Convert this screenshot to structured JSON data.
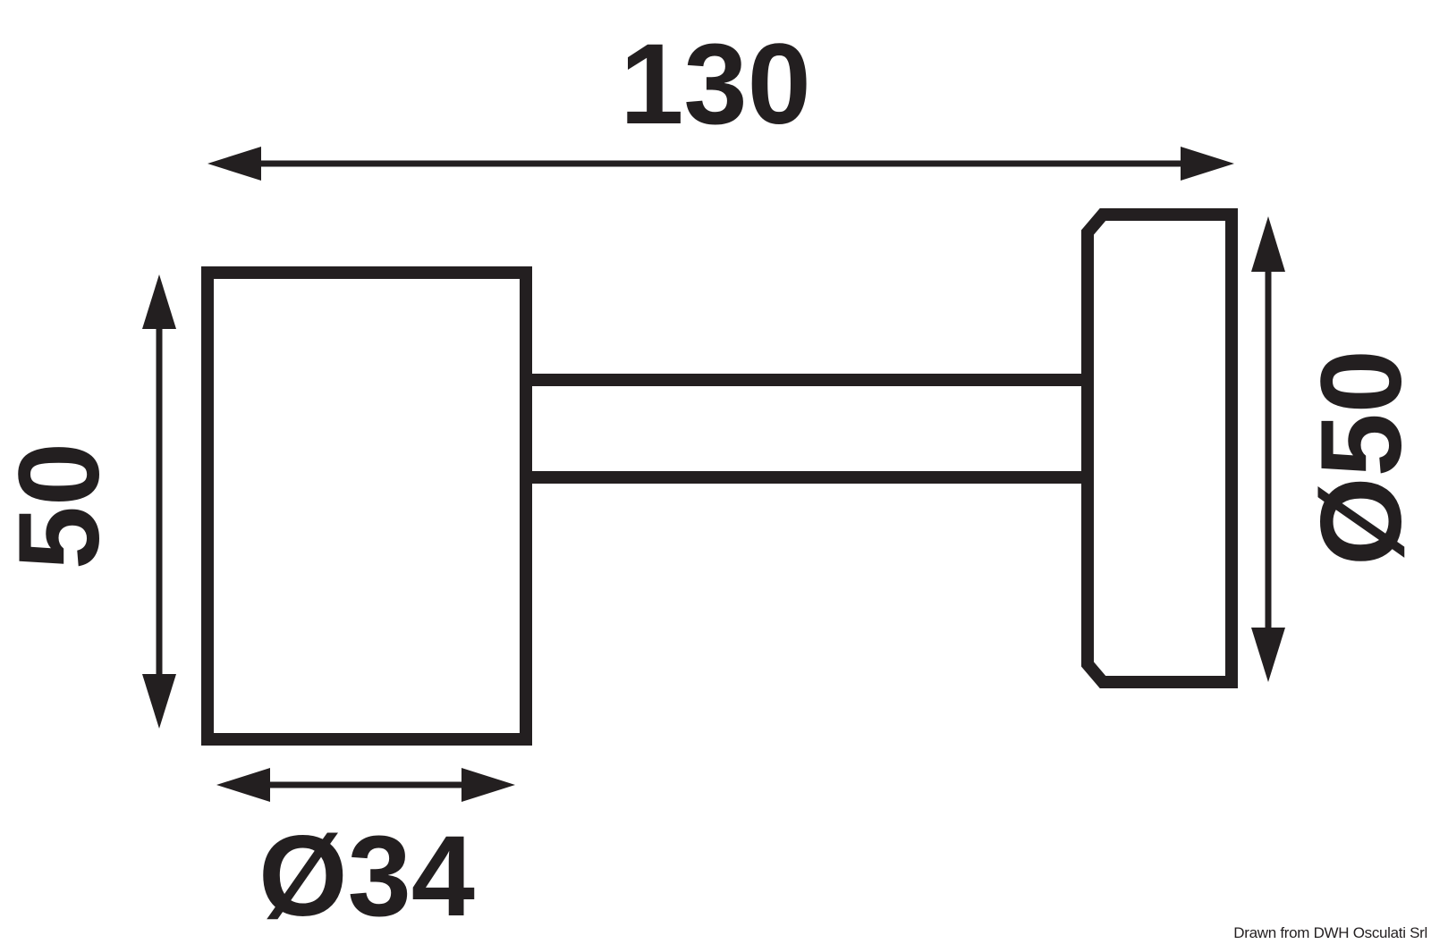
{
  "drawing": {
    "dimensions": {
      "overall_length": "130",
      "body_height": "50",
      "body_diameter": "Ø34",
      "base_diameter": "Ø50"
    },
    "credit": "Drawn from DWH Osculati Srl",
    "colors": {
      "ink": "#231f20",
      "background": "#ffffff"
    }
  }
}
